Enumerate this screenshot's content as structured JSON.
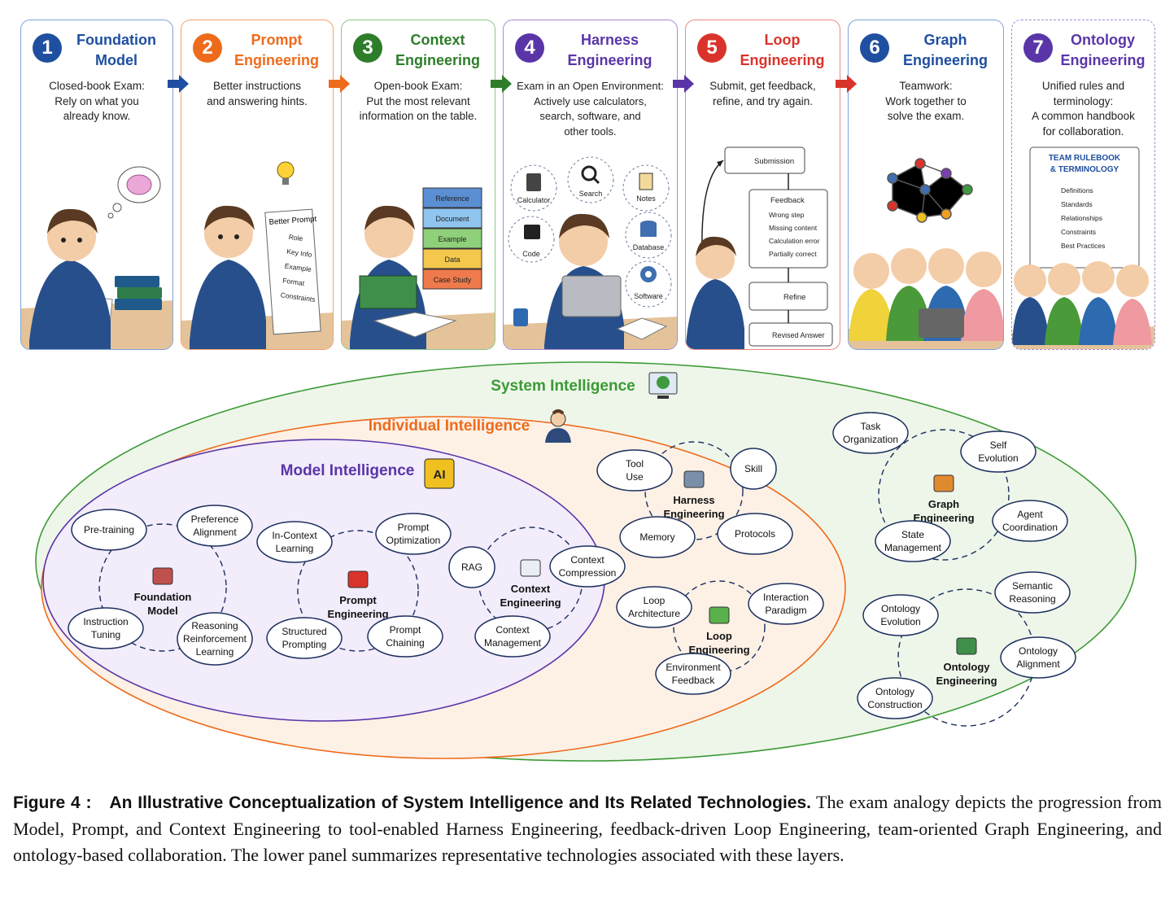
{
  "panels": [
    {
      "num": "1",
      "title": "Foundation\nModel",
      "desc": "Closed-book Exam:\nRely on what you\nalready know.",
      "color": "#1f4fa0"
    },
    {
      "num": "2",
      "title": "Prompt\nEngineering",
      "desc": "Better instructions\nand answering hints.",
      "color": "#ee6b1c",
      "card_title": "Better Prompt",
      "card_items": [
        "Role",
        "Key Info",
        "Example",
        "Format",
        "Constraints"
      ]
    },
    {
      "num": "3",
      "title": "Context\nEngineering",
      "desc": "Open-book Exam:\nPut the most relevant\ninformation on the table.",
      "color": "#2e7d2a",
      "books": [
        "Reference",
        "Document",
        "Example",
        "Data",
        "Case Study"
      ]
    },
    {
      "num": "4",
      "title": "Harness\nEngineering",
      "desc": "Exam in an Open Environment:\nActively use calculators,\nsearch, software, and\nother tools.",
      "color": "#5a35a8",
      "tools": [
        "Calculator",
        "Search",
        "Notes",
        "Code",
        "Database",
        "Software"
      ]
    },
    {
      "num": "5",
      "title": "Loop\nEngineering",
      "desc": "Submit, get feedback,\nrefine, and try again.",
      "color": "#d9342b",
      "submission": "Submission",
      "feedback_title": "Feedback",
      "feedback_items": [
        "Wrong step",
        "Missing content",
        "Calculation error",
        "Partially correct"
      ],
      "refine": "Refine",
      "revised": "Revised Answer"
    },
    {
      "num": "6",
      "title": "Graph\nEngineering",
      "desc": "Teamwork:\nWork together to\nsolve the exam.",
      "color": "#1f4fa0"
    },
    {
      "num": "7",
      "title": "Ontology\nEngineering",
      "desc": "Unified rules and\nterminology:\nA common handbook\nfor collaboration.",
      "color": "#5a35a8",
      "rulebook_title": "TEAM RULEBOOK\n& TERMINOLOGY",
      "rulebook_items": [
        "Definitions",
        "Standards",
        "Relationships",
        "Constraints",
        "Best Practices"
      ]
    }
  ],
  "diagram": {
    "system_label": "System Intelligence",
    "individual_label": "Individual Intelligence",
    "model_label": "Model Intelligence",
    "clusters": [
      {
        "center": "Foundation\nModel",
        "nodes": [
          "Pre-training",
          "Preference\nAlignment",
          "Instruction\nTuning",
          "Reasoning\nReinforcement\nLearning"
        ]
      },
      {
        "center": "Prompt\nEngineering",
        "nodes": [
          "In-Context\nLearning",
          "Prompt\nOptimization",
          "Structured\nPrompting",
          "Prompt\nChaining"
        ]
      },
      {
        "center": "Context\nEngineering",
        "nodes": [
          "RAG",
          "Context\nCompression",
          "Context\nManagement"
        ]
      },
      {
        "center": "Harness\nEngineering",
        "nodes": [
          "Tool\nUse",
          "Skill",
          "Memory",
          "Protocols"
        ]
      },
      {
        "center": "Loop\nEngineering",
        "nodes": [
          "Loop\nArchitecture",
          "Interaction\nParadigm",
          "Environment\nFeedback"
        ]
      },
      {
        "center": "Graph\nEngineering",
        "nodes": [
          "Task\nOrganization",
          "Self\nEvolution",
          "State\nManagement",
          "Agent\nCoordination"
        ]
      },
      {
        "center": "Ontology\nEngineering",
        "nodes": [
          "Ontology\nEvolution",
          "Semantic\nReasoning",
          "Ontology\nConstruction",
          "Ontology\nAlignment"
        ]
      }
    ]
  },
  "caption": {
    "label": "Figure 4 :",
    "title": "An Illustrative Conceptualization of System Intelligence and Its Related Technologies.",
    "body": "The exam analogy depicts the progression from Model, Prompt, and Context Engineering to tool-enabled Harness Engineering, feedback-driven Loop Engineering, team-oriented Graph Engineering, and ontology-based collaboration.  The lower panel summarizes representative technologies associated with these layers."
  },
  "colors": {
    "system": "#3c9a35",
    "individual": "#ee6b1c",
    "model": "#5a35a8",
    "node_border": "#1d2f5e",
    "red_arrow": "#d9342b"
  }
}
